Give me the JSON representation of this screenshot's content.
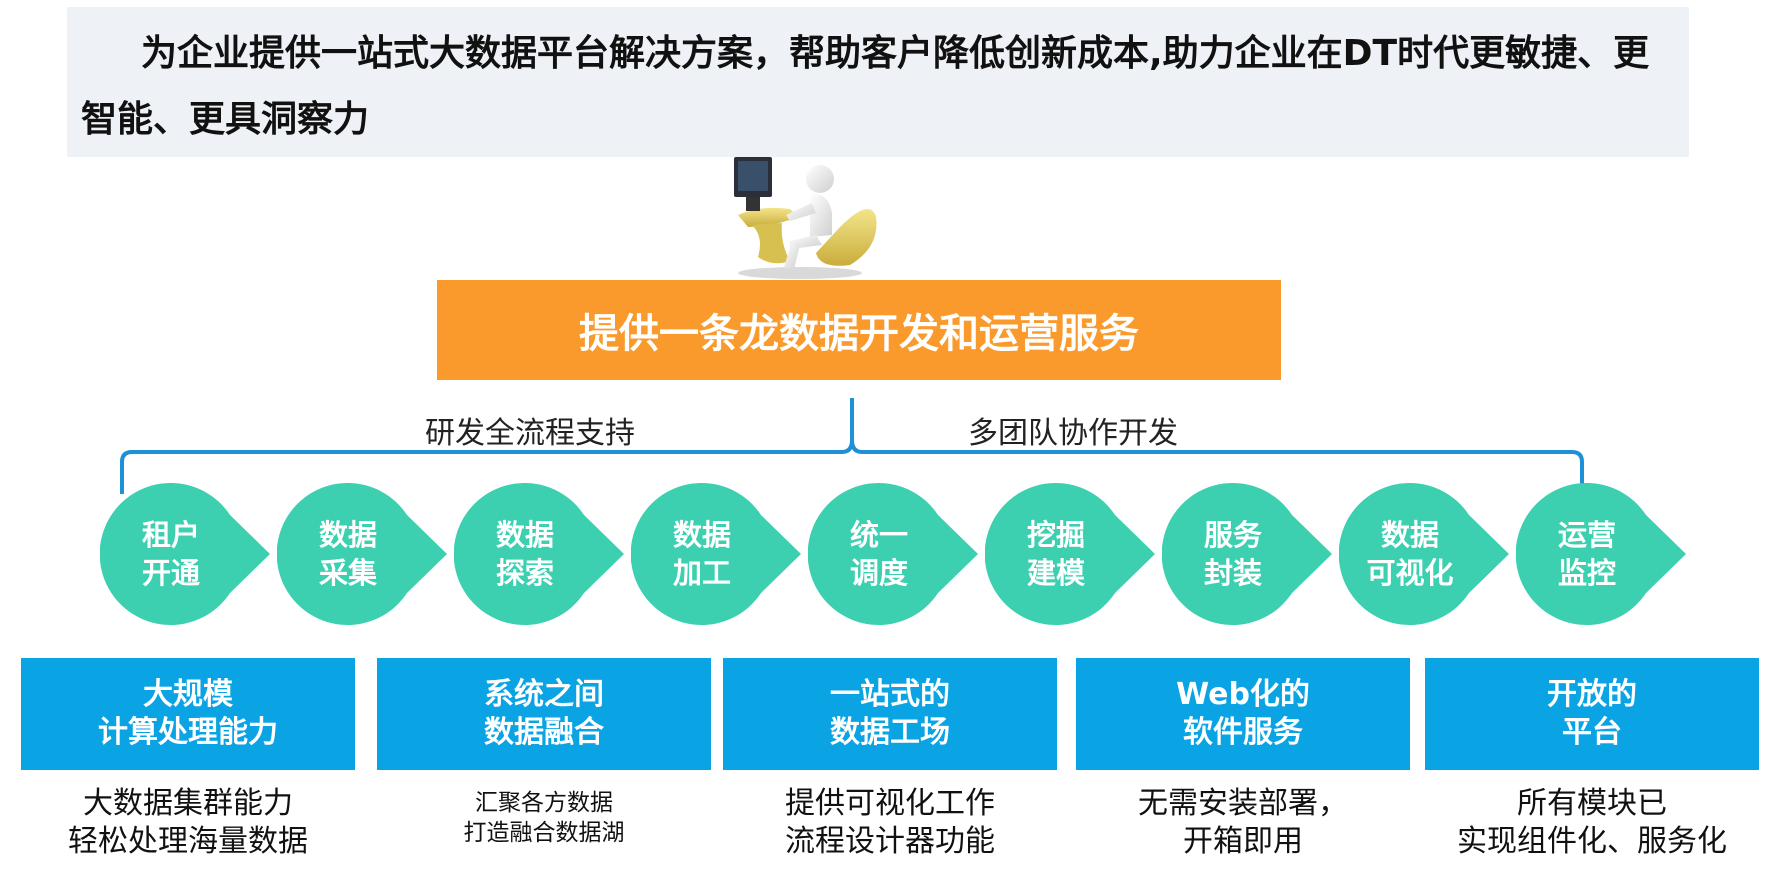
{
  "header": {
    "text": "为企业提供一站式大数据平台解决方案，帮助客户降低创新成本,助力企业在DT时代更敏捷、更智能、更具洞察力"
  },
  "main_bar": {
    "label": "提供一条龙数据开发和运营服务"
  },
  "brace": {
    "left_label": "研发全流程支持",
    "right_label": "多团队协作开发"
  },
  "steps": [
    {
      "line1": "租户",
      "line2": "开通"
    },
    {
      "line1": "数据",
      "line2": "采集"
    },
    {
      "line1": "数据",
      "line2": "探索"
    },
    {
      "line1": "数据",
      "line2": "加工"
    },
    {
      "line1": "统一",
      "line2": "调度"
    },
    {
      "line1": "挖掘",
      "line2": "建模"
    },
    {
      "line1": "服务",
      "line2": "封装"
    },
    {
      "line1": "数据",
      "line2": "可视化"
    },
    {
      "line1": "运营",
      "line2": "监控"
    }
  ],
  "features": [
    {
      "title1": "大规模",
      "title2": "计算处理能力",
      "desc1": "大数据集群能力",
      "desc2": "轻松处理海量数据"
    },
    {
      "title1": "系统之间",
      "title2": "数据融合",
      "desc1": "汇聚各方数据",
      "desc2": "打造融合数据湖"
    },
    {
      "title1": "一站式的",
      "title2": "数据工场",
      "desc1": "提供可视化工作",
      "desc2": "流程设计器功能"
    },
    {
      "title1": "Web化的",
      "title2": "软件服务",
      "desc1": "无需安装部署，",
      "desc2": "开箱即用"
    },
    {
      "title1": "开放的",
      "title2": "平台",
      "desc1": "所有模块已",
      "desc2": "实现组件化、服务化"
    }
  ],
  "colors": {
    "header_bg": "#eef1f6",
    "main_bar": "#fa9a2c",
    "brace": "#1e90d8",
    "step": "#3cd0b0",
    "feature_box": "#0aa3e4"
  },
  "icons": {
    "figure": "person-at-computer-icon"
  }
}
